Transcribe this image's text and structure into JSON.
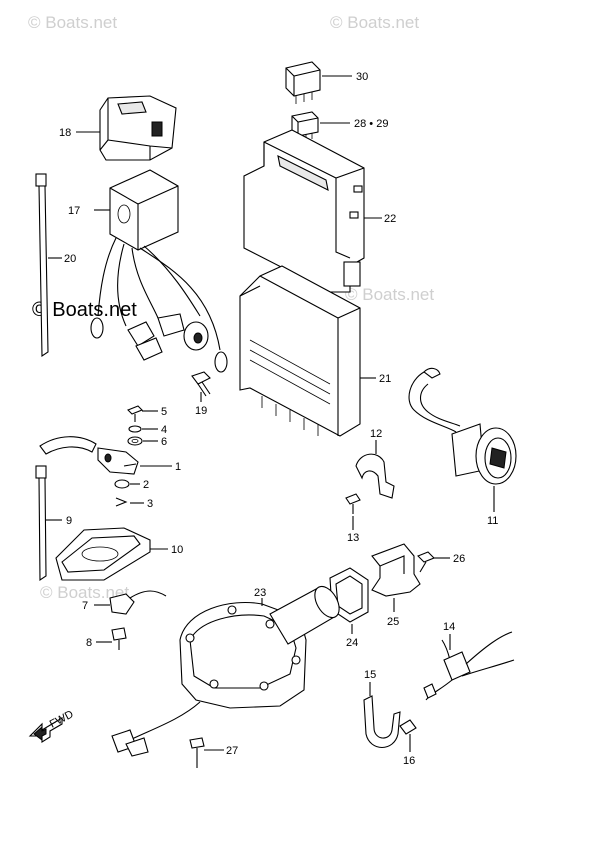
{
  "watermark": {
    "text": "© Boats.net"
  },
  "callouts": {
    "p1": "1",
    "p2": "2",
    "p3": "3",
    "p4": "4",
    "p5": "5",
    "p6": "6",
    "p7": "7",
    "p8": "8",
    "p9": "9",
    "p10": "10",
    "p11": "11",
    "p12": "12",
    "p13": "13",
    "p14": "14",
    "p15": "15",
    "p16": "16",
    "p17": "17",
    "p18": "18",
    "p19": "19",
    "p20": "20",
    "p21": "21",
    "p22": "22",
    "p23": "23",
    "p24": "24",
    "p25": "25",
    "p26": "26",
    "p27": "27",
    "p28_29": "28 • 29",
    "p30": "30"
  },
  "direction_mark": {
    "text": "FWD",
    "icon": "forward-arrow-icon"
  }
}
